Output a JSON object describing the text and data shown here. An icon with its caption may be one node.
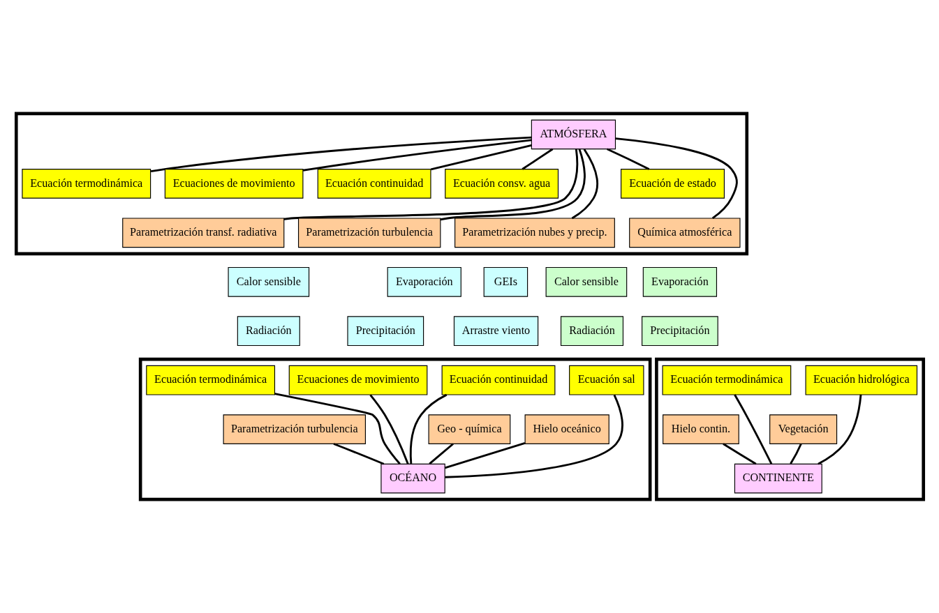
{
  "diagram": {
    "nodes": [
      {
        "text": [],
        "shape": "box"
      },
      {
        "text": [
          "ATMÓSFERA"
        ],
        "in": 0
      },
      {
        "text": [
          "Ecuación termodinámica"
        ],
        "in": 0
      },
      {
        "text": [
          "Ecuaciones de movimiento"
        ],
        "in": 0
      },
      {
        "text": [
          "Ecuación continuidad"
        ],
        "in": 0
      },
      {
        "text": [
          "Ecuación consv. agua"
        ],
        "in": 0
      },
      {
        "text": [
          "Ecuación de estado"
        ],
        "in": 0
      },
      {
        "text": [
          "Parametrización transf. radiativa"
        ],
        "in": 0
      },
      {
        "text": [
          "Parametrización turbulencia"
        ],
        "in": 0
      },
      {
        "text": [
          "Parametrización nubes y precip."
        ],
        "in": 0
      },
      {
        "text": [
          "Química atmosférica"
        ],
        "in": 0
      },
      {
        "text": [
          "Calor sensible"
        ]
      },
      {
        "text": [
          "Evaporación"
        ]
      },
      {
        "text": [
          "GEIs"
        ]
      },
      {
        "text": [
          "Calor sensible"
        ]
      },
      {
        "text": [
          "Evaporación"
        ]
      },
      {
        "text": [
          "Radiación"
        ]
      },
      {
        "text": [
          "Precipitación"
        ]
      },
      {
        "text": [
          "Arrastre viento"
        ]
      },
      {
        "text": [
          "Radiación"
        ]
      },
      {
        "text": [
          "Precipitación"
        ]
      },
      {
        "text": [],
        "shape": "box"
      },
      {
        "text": [
          "Ecuación termodinámica"
        ],
        "in": 21
      },
      {
        "text": [
          "Ecuaciones de movimiento"
        ],
        "in": 21
      },
      {
        "text": [
          "Ecuación continuidad"
        ],
        "in": 21
      },
      {
        "text": [
          "Ecuación sal"
        ],
        "in": 21
      },
      {
        "text": [
          "Parametrización turbulencia"
        ],
        "in": 21
      },
      {
        "text": [
          "Geo - química"
        ],
        "in": 21
      },
      {
        "text": [
          "Hielo oceánico"
        ],
        "in": 21
      },
      {
        "text": [
          "OCÉANO"
        ],
        "in": 21
      },
      {
        "text": [],
        "shape": "box"
      },
      {
        "text": [
          "Ecuación termodinámica"
        ],
        "in": 30
      },
      {
        "text": [
          "Ecuación hidrológica"
        ],
        "in": 30
      },
      {
        "text": [
          "Hielo contin."
        ],
        "in": 30
      },
      {
        "text": [
          "Vegetación"
        ],
        "in": 30
      },
      {
        "text": [
          "CONTINENTE"
        ],
        "in": 30
      }
    ],
    "edges": [
      {
        "from": 1,
        "to": 2,
        "arrow": "none"
      },
      {
        "from": 1,
        "to": 7,
        "arrow": "none"
      },
      {
        "from": 1,
        "to": 3,
        "arrow": "none"
      },
      {
        "from": 1,
        "to": 8,
        "arrow": "none"
      },
      {
        "from": 1,
        "to": 4,
        "arrow": "none"
      },
      {
        "from": 1,
        "to": 9,
        "arrow": "none"
      },
      {
        "from": 1,
        "to": 5,
        "arrow": "none"
      },
      {
        "from": 1,
        "to": 10,
        "arrow": "none"
      },
      {
        "from": 1,
        "to": 6,
        "arrow": "none"
      },
      {
        "from": 22,
        "to": 29,
        "arrow": "none"
      },
      {
        "from": 26,
        "to": 29,
        "arrow": "none"
      },
      {
        "from": 23,
        "to": 29,
        "arrow": "none"
      },
      {
        "from": 27,
        "to": 29,
        "arrow": "none"
      },
      {
        "from": 24,
        "to": 29,
        "arrow": "none"
      },
      {
        "from": 28,
        "to": 29,
        "arrow": "none"
      },
      {
        "from": 25,
        "to": 29,
        "arrow": "none"
      },
      {
        "from": 31,
        "to": 35,
        "arrow": "none"
      },
      {
        "from": 33,
        "to": 35,
        "arrow": "none"
      },
      {
        "from": 34,
        "to": 35,
        "arrow": "none"
      },
      {
        "from": 32,
        "to": 35,
        "arrow": "none"
      }
    ]
  }
}
